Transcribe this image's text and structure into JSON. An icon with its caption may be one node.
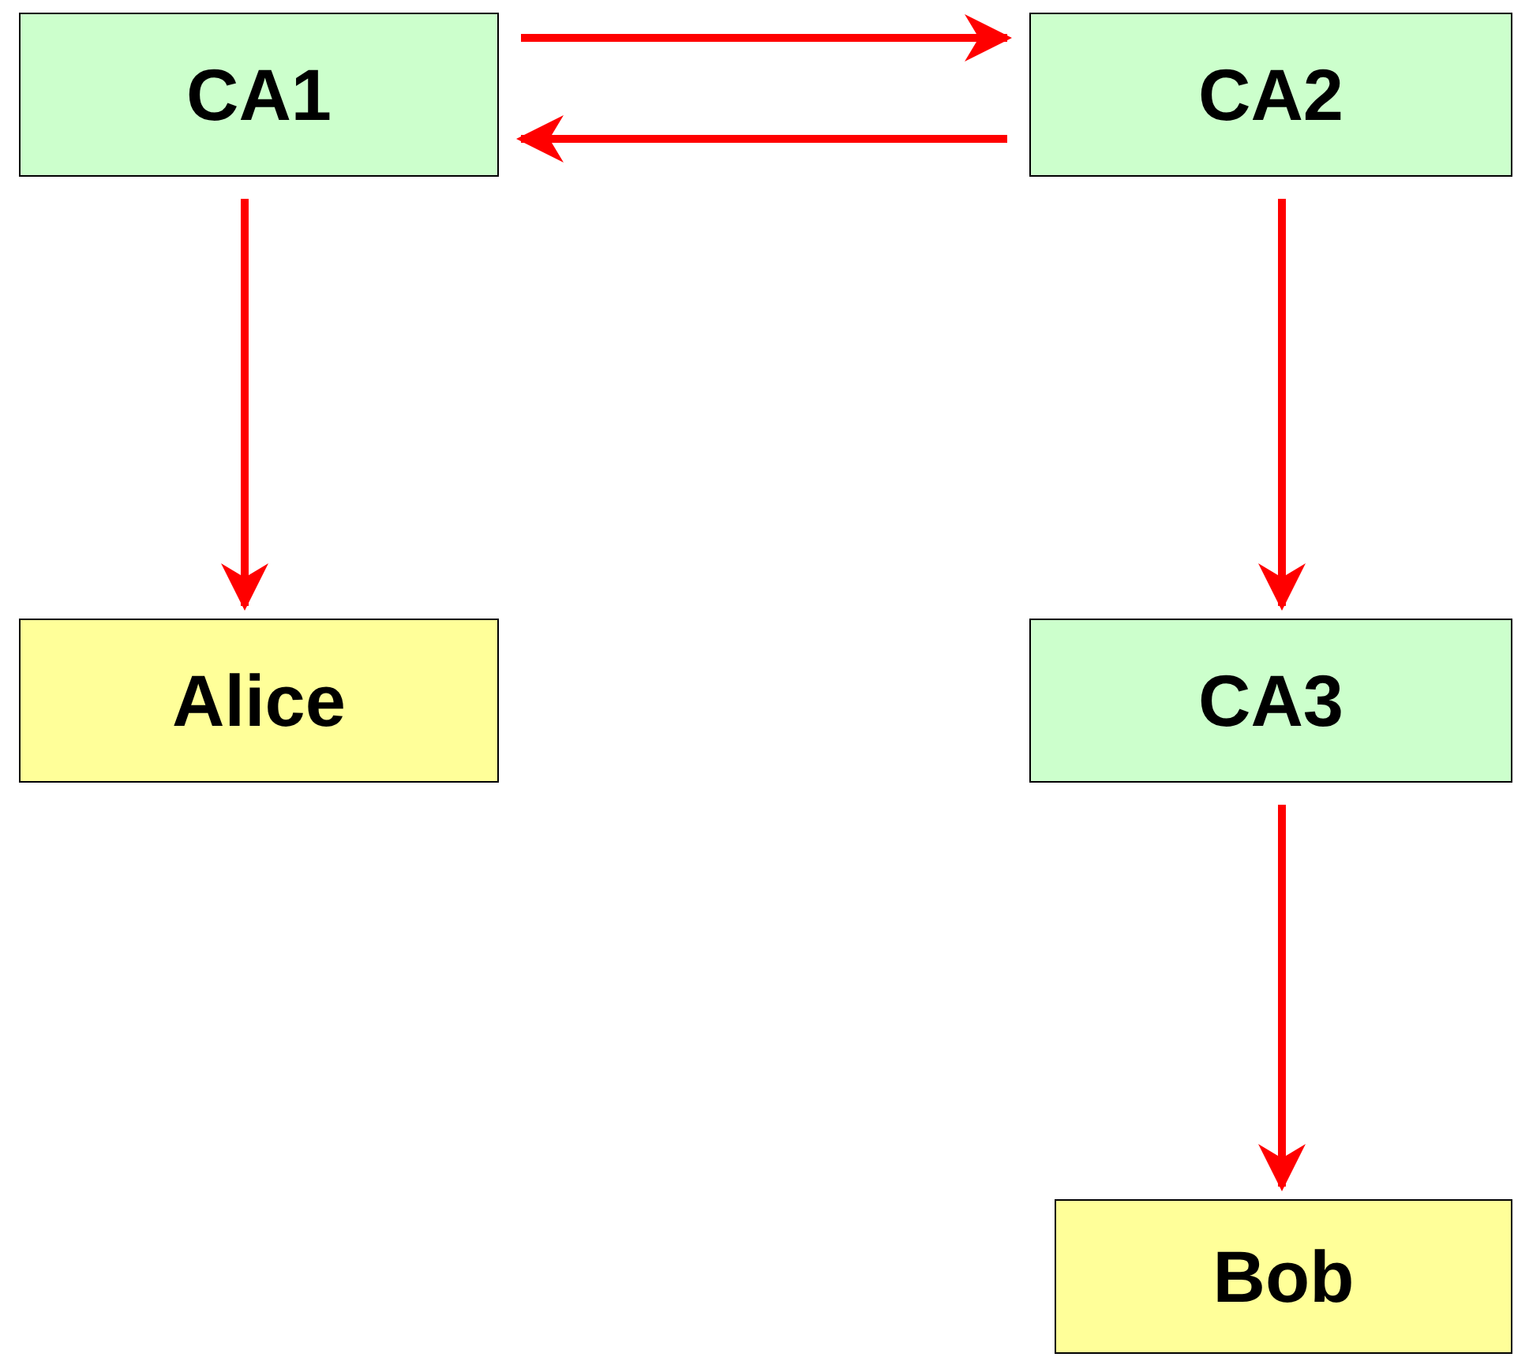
{
  "diagram": {
    "nodes": [
      {
        "text": [
          "CA1"
        ]
      },
      {
        "text": [
          "CA2"
        ]
      },
      {
        "text": [
          "Alice"
        ]
      },
      {
        "text": [
          "CA3"
        ]
      },
      {
        "text": [
          "Bob"
        ]
      }
    ],
    "edges": [
      {
        "from": 0,
        "to": 1,
        "arrow": "to"
      },
      {
        "from": 1,
        "to": 0,
        "arrow": "to"
      },
      {
        "from": 0,
        "to": 2,
        "arrow": "to"
      },
      {
        "from": 1,
        "to": 3,
        "arrow": "to"
      },
      {
        "from": 3,
        "to": 4,
        "arrow": "to"
      }
    ]
  }
}
